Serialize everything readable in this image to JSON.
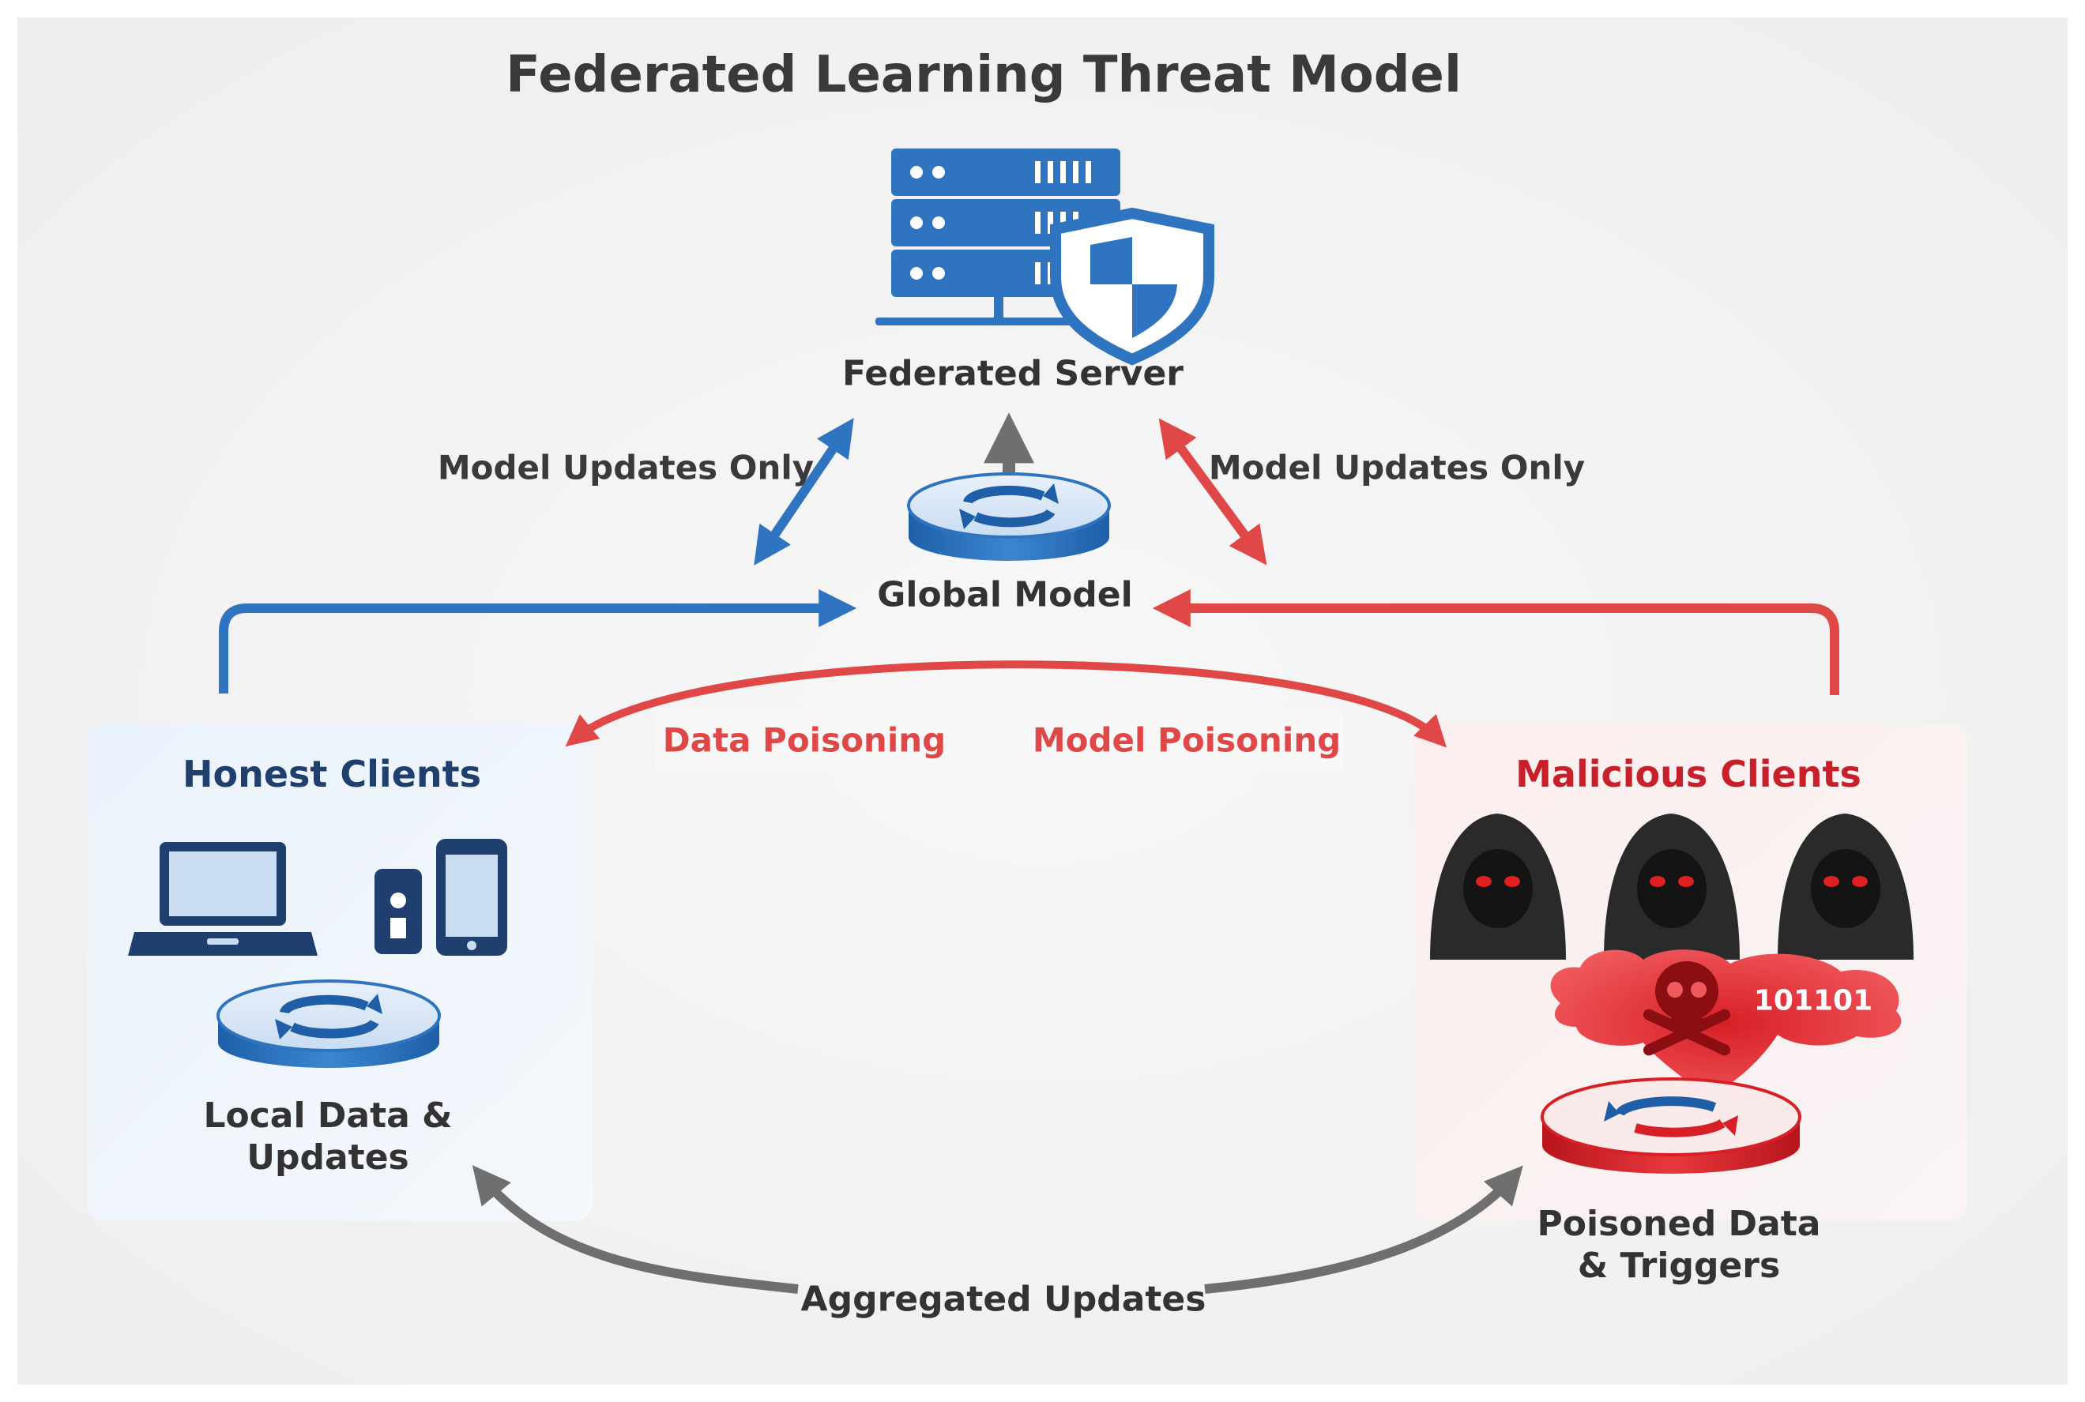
{
  "title": "Federated Learning Threat Model",
  "server": {
    "label": "Federated Server"
  },
  "global_model": {
    "label": "Global Model"
  },
  "flows": {
    "left_updates": "Model Updates Only",
    "right_updates": "Model Updates Only",
    "data_poisoning": "Data Poisoning",
    "model_poisoning": "Model Poisoning",
    "aggregated": "Aggregated Updates"
  },
  "honest": {
    "title": "Honest Clients",
    "caption_line1": "Local Data &",
    "caption_line2": "Updates"
  },
  "malicious": {
    "title": "Malicious Clients",
    "payload_bits": "101101",
    "caption_line1": "Poisoned Data",
    "caption_line2": "& Triggers"
  },
  "colors": {
    "blue": "#2f74c0",
    "red": "#e04848",
    "gray": "#6f6f6f",
    "dark_blue": "#1f3f6e"
  },
  "icons": [
    "server-rack-icon",
    "shield-icon",
    "model-disk-icon",
    "laptop-icon",
    "phone-icon",
    "tablet-icon",
    "hooded-attacker-icon",
    "skull-crossbones-icon"
  ]
}
